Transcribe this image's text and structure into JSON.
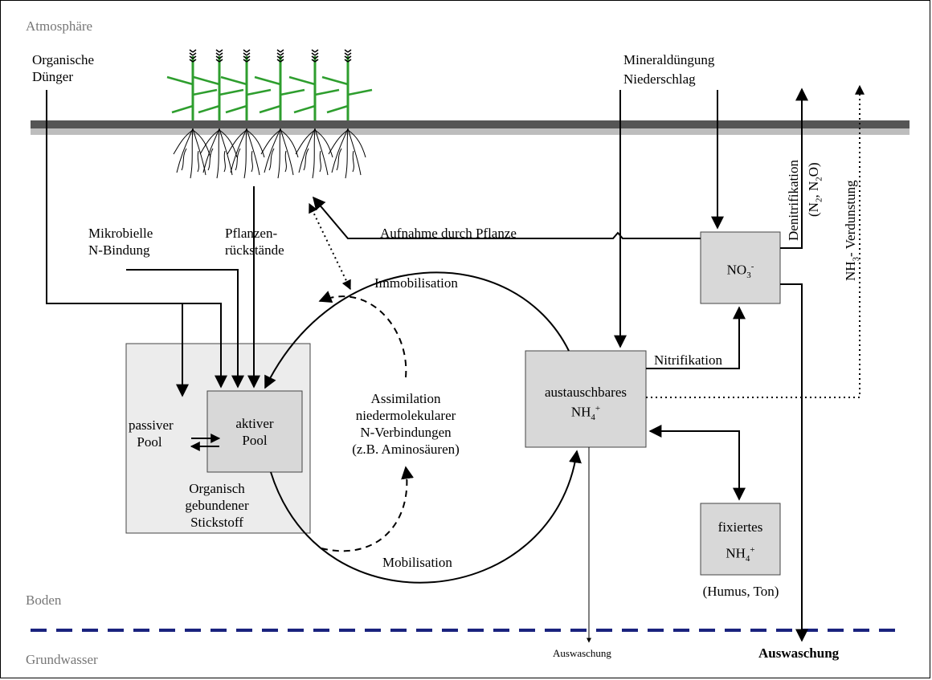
{
  "zones": {
    "atmosphere": "Atmosphäre",
    "soil": "Boden",
    "groundwater": "Grundwasser"
  },
  "inputs": {
    "organic_fertilizer": [
      "Organische",
      "Dünger"
    ],
    "mineral_fertilizer": "Mineraldüngung",
    "precipitation": "Niederschlag",
    "microbial_fixation": [
      "Mikrobielle",
      "N-Bindung"
    ],
    "plant_residues": [
      "Pflanzen-",
      "rückstände"
    ]
  },
  "pools": {
    "passive": [
      "passiver",
      "Pool"
    ],
    "active": [
      "aktiver",
      "Pool"
    ],
    "organic_n": [
      "Organisch",
      "gebundener",
      "Stickstoff"
    ],
    "nh4_exchangeable": "austauschbares",
    "nh4": "NH",
    "nh4_sub": "4",
    "nh4_sup": "+",
    "no3": "NO",
    "no3_sub": "3",
    "no3_sup": "-",
    "fixed": "fixiertes",
    "fixed_note": "(Humus, Ton)"
  },
  "processes": {
    "uptake": "Aufnahme durch Pflanze",
    "immobilisation": "Immobilisation",
    "mobilisation": "Mobilisation",
    "nitrification": "Nitrifikation",
    "assimilation": [
      "Assimilation",
      "niedermolekularer",
      "N-Verbindungen",
      "(z.B. Aminosäuren)"
    ],
    "denitrification": "Denitrifikation",
    "denitrification_gases": {
      "open": "(N",
      "n2_sub": "2",
      "sep": ", N",
      "n2o_sub": "2",
      "close": "O)"
    },
    "nh3_volatilization": {
      "prefix": "NH",
      "sub": "3",
      "suffix": "- Verdunstung"
    },
    "leaching_small": "Auswaschung",
    "leaching_bold": "Auswaschung"
  },
  "colors": {
    "surface_dark": "#555555",
    "surface_light": "#bdbdbd",
    "box_light": "#ececec",
    "box_medium": "#d8d8d8",
    "groundwater_line": "#1a237e",
    "plant_green": "#2e9e2e"
  }
}
